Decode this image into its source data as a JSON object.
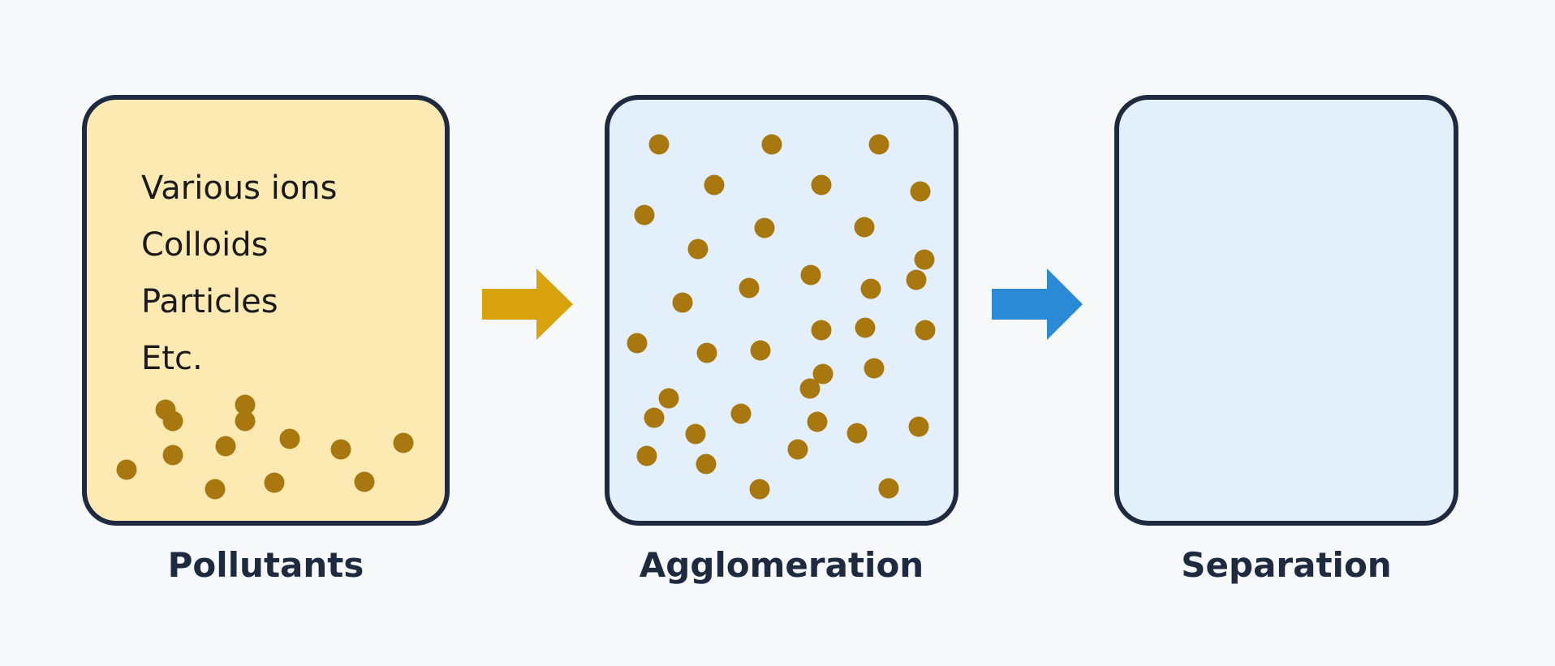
{
  "colors": {
    "background": "#f7f8fa",
    "outline": "#1e2a40",
    "pollutant_fill": "#fdeab3",
    "water_fill": "#e3effb",
    "particle": "#a8780f",
    "arrow_gold": "#d8a20c",
    "arrow_blue": "#2b8ad6"
  },
  "stages": [
    {
      "caption": "Pollutants",
      "lines": [
        "Various ions",
        "Colloids",
        "Particles",
        "Etc."
      ],
      "particles": 13
    },
    {
      "caption": "Agglomeration",
      "particles": 37
    },
    {
      "caption": "Separation",
      "particles": 0
    }
  ],
  "arrows": [
    "arrow_gold",
    "arrow_blue"
  ]
}
